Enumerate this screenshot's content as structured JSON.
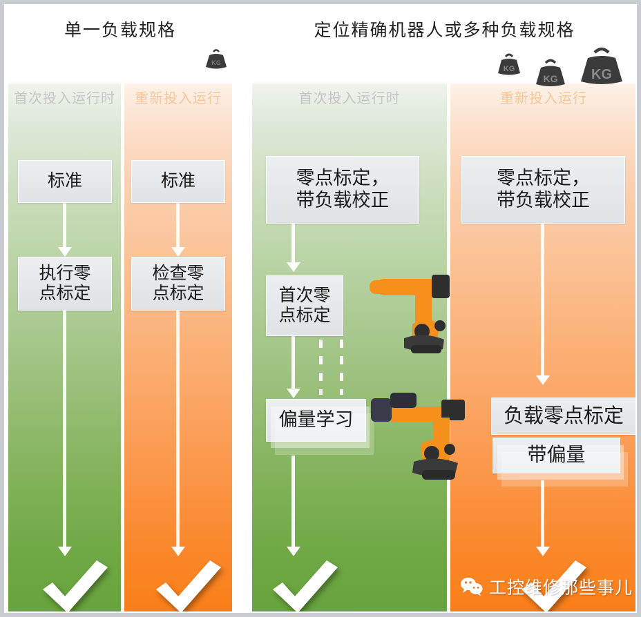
{
  "palette": {
    "green_top": "#ffffff",
    "green_bottom": "#66a23b",
    "orange_top": "#ffffff",
    "orange_bottom": "#fa7d16",
    "box_fill": "#e6eaec",
    "frame": "#c9cdd2",
    "sub_green_text": "#c2c6c4",
    "sub_orange_text": "#f5c79a",
    "robot_body": "#f5901d",
    "weight_body": "#3a3a3a"
  },
  "left_panel": {
    "title": "单一负载规格",
    "weight_icon": "weight-small-icon",
    "columns": [
      {
        "subtitle": "首次投入运行时",
        "theme": "green",
        "boxes": [
          {
            "text": "标准"
          },
          {
            "text": "执行零\n点标定"
          }
        ],
        "end_icon": "checkmark-icon"
      },
      {
        "subtitle": "重新投入运行",
        "theme": "orange",
        "boxes": [
          {
            "text": "标准"
          },
          {
            "text": "检查零\n点标定"
          }
        ],
        "end_icon": "checkmark-icon"
      }
    ]
  },
  "right_panel": {
    "title": "定位精确机器人或多种负载规格",
    "weight_icons": [
      "weight-small-icon",
      "weight-medium-icon",
      "weight-large-icon"
    ],
    "weight_label": "KG",
    "columns": [
      {
        "subtitle": "首次投入运行时",
        "theme": "green",
        "boxes": [
          {
            "text": "零点标定，\n带负载校正"
          },
          {
            "text": "首次零\n点标定"
          },
          {
            "text": "偏量学习",
            "stacked": true
          }
        ],
        "robots": [
          "robot-arm-icon",
          "robot-arm-icon"
        ],
        "end_icon": "checkmark-icon"
      },
      {
        "subtitle": "重新投入运行",
        "theme": "orange",
        "boxes": [
          {
            "text": "零点标定，\n带负载校正"
          },
          {
            "text": "负载零点标定"
          },
          {
            "text": "带偏量",
            "stacked": true
          }
        ],
        "end_icon": "checkmark-icon"
      }
    ]
  },
  "watermark": {
    "icon": "wechat-icon",
    "text": "工控维修那些事儿"
  }
}
